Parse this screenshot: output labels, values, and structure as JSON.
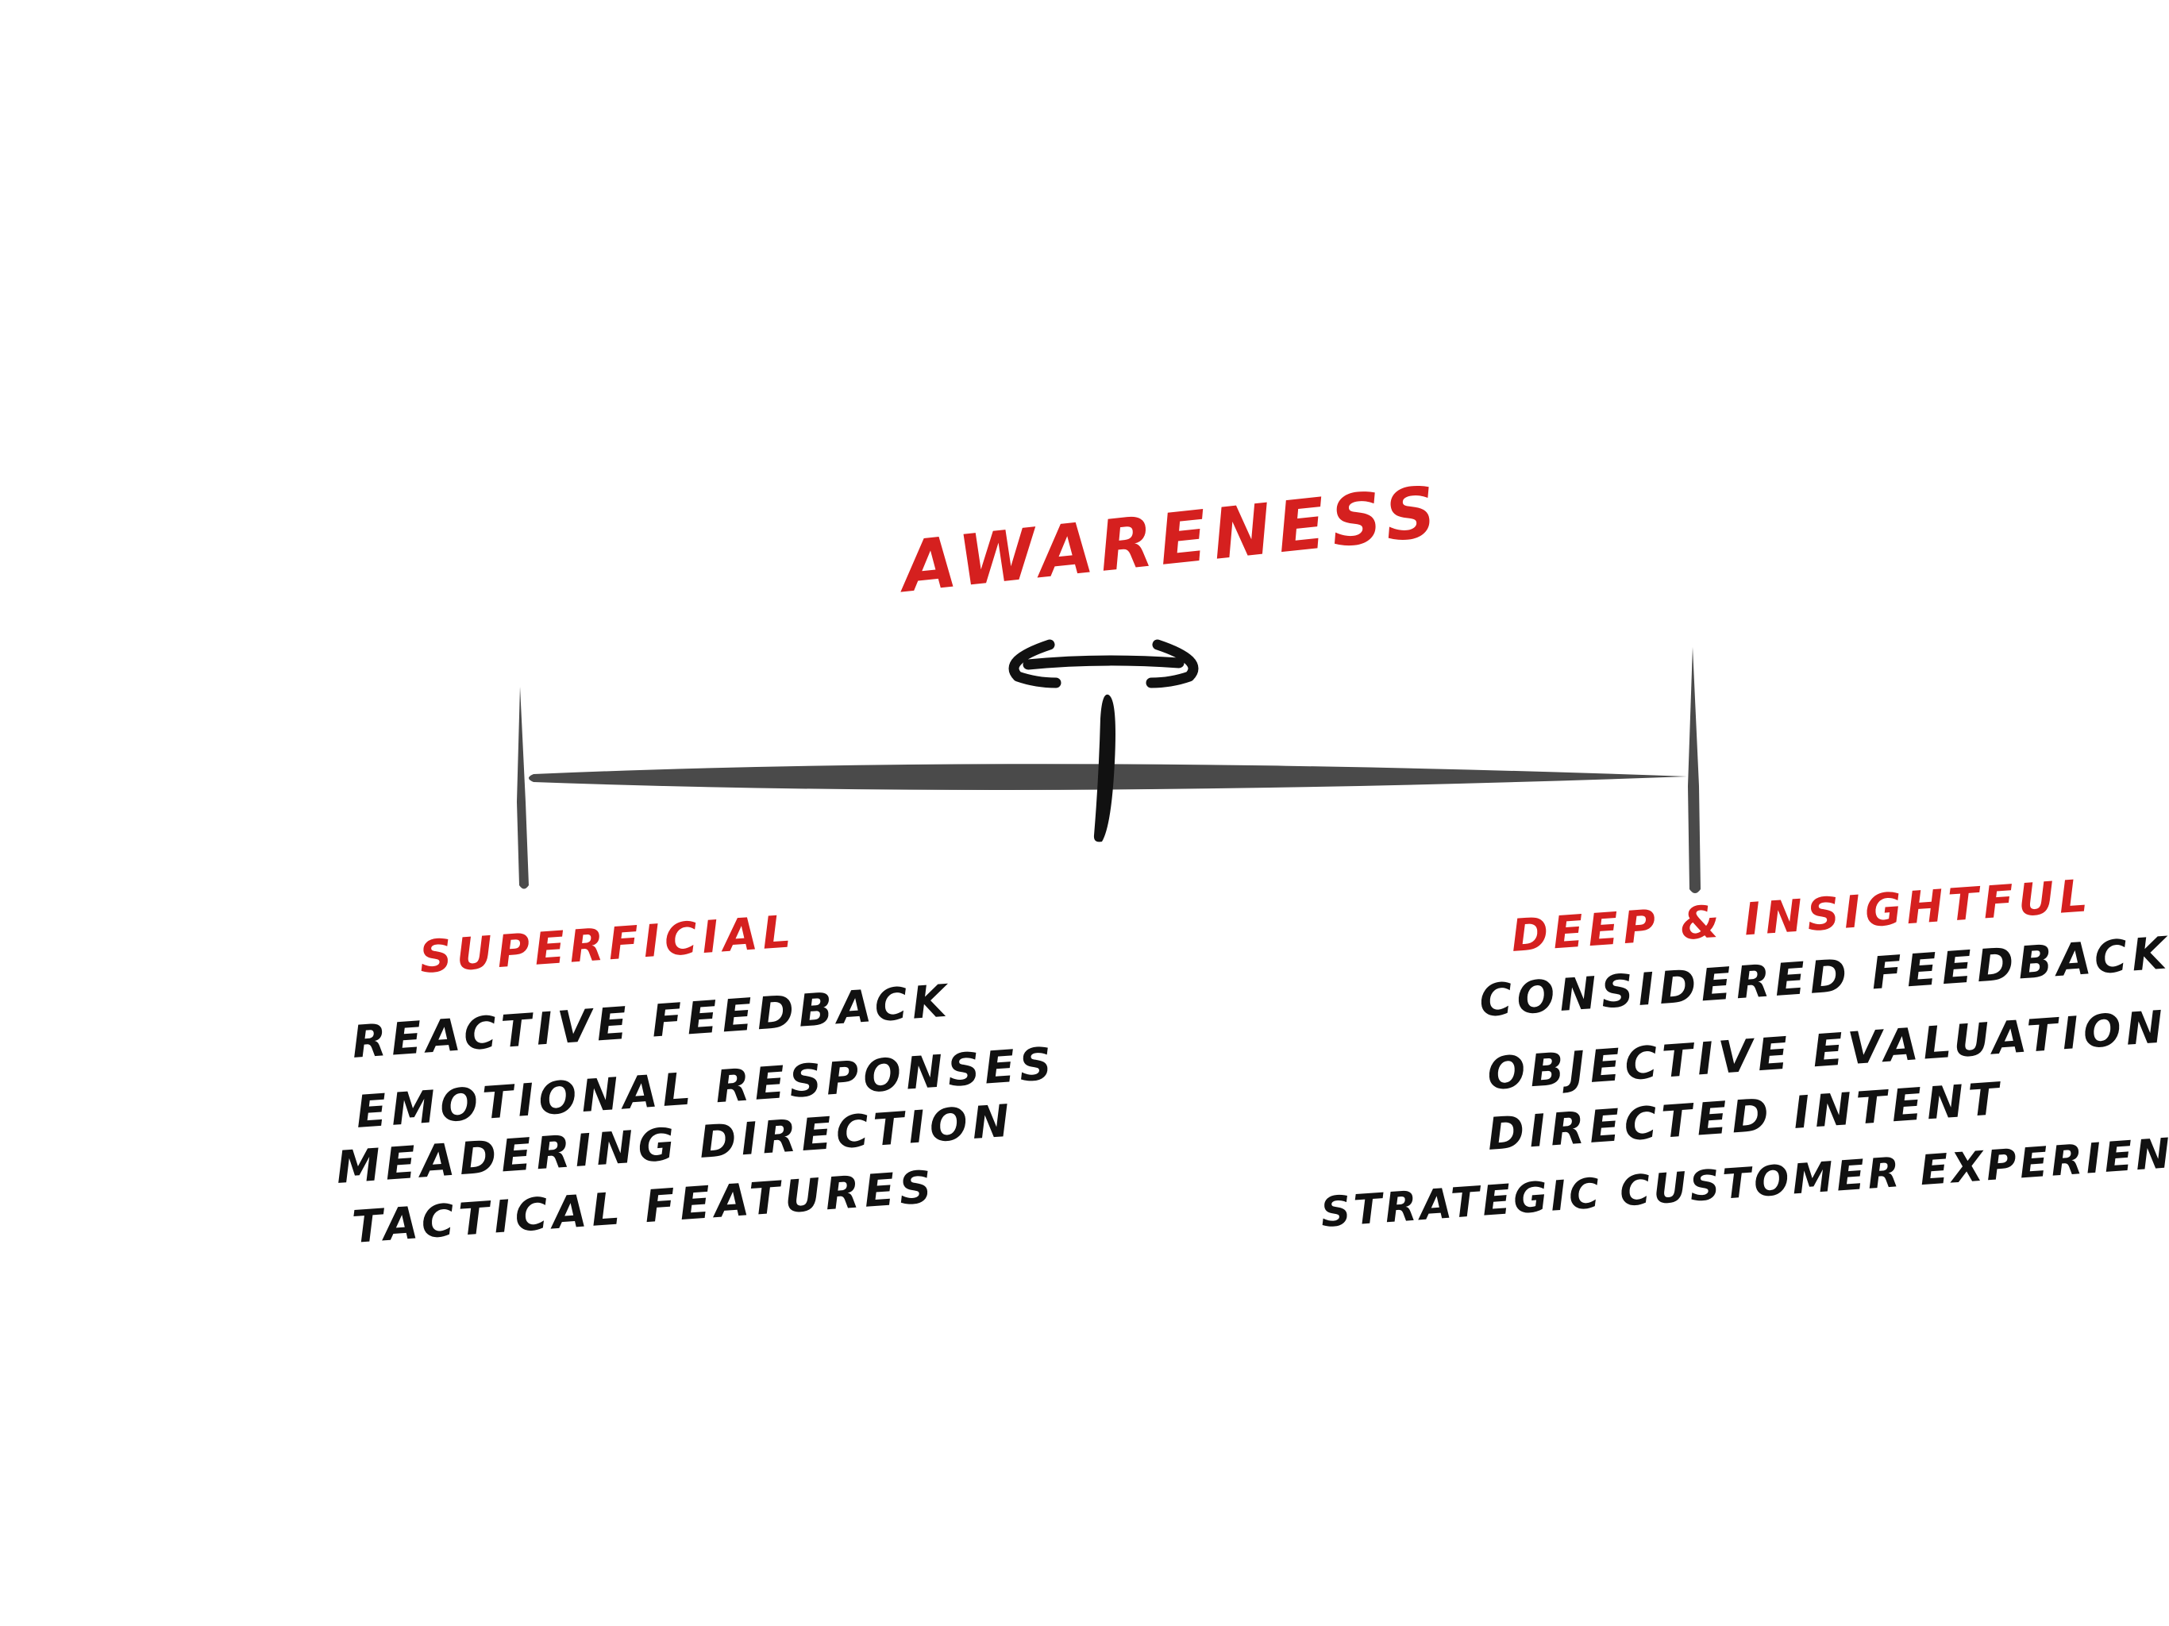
{
  "diagram": {
    "title": "AWARENESS",
    "left": {
      "heading": "SUPERFICIAL",
      "items": [
        "REACTIVE FEEDBACK",
        "EMOTIONAL RESPONSES",
        "MEADERING DIRECTION",
        "TACTICAL FEATURES"
      ]
    },
    "right": {
      "heading": "DEEP & INSIGHTFUL",
      "items": [
        "CONSIDERED FEEDBACK",
        "OBJECTIVE EVALUATION",
        "DIRECTED INTENT",
        "STRATEGIC CUSTOMER EXPERIENCE"
      ]
    },
    "colors": {
      "accent": "#d5201f",
      "ink": "#111111",
      "scale": "#4a4a4a"
    }
  }
}
